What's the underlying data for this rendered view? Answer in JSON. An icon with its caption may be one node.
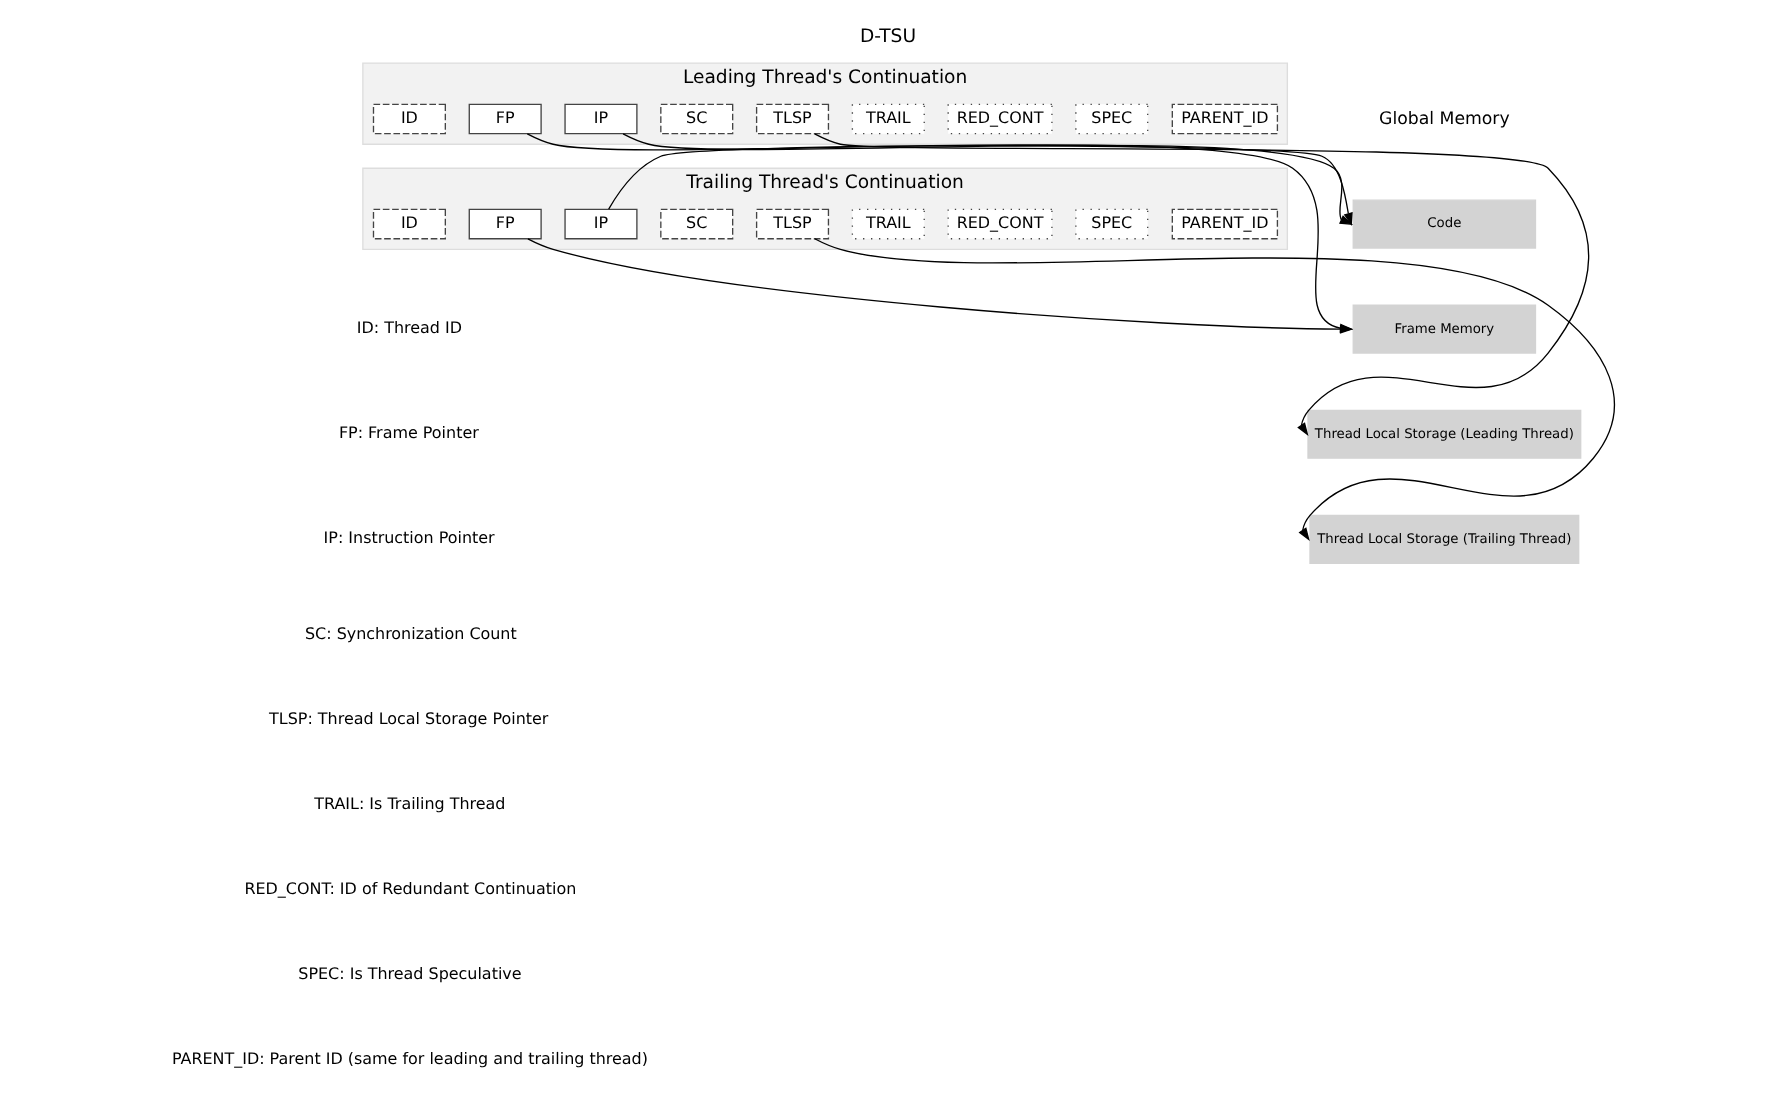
{
  "diagram": {
    "title": "D-TSU",
    "nodes": [
      {
        "text": [
          "Leading Thread's Continuation"
        ]
      },
      {
        "text": [
          "ID"
        ],
        "in": 0
      },
      {
        "text": [
          "FP"
        ],
        "in": 0
      },
      {
        "text": [
          "IP"
        ],
        "in": 0
      },
      {
        "text": [
          "SC"
        ],
        "in": 0
      },
      {
        "text": [
          "TLSP"
        ],
        "in": 0
      },
      {
        "text": [
          "TRAIL"
        ],
        "in": 0
      },
      {
        "text": [
          "RED_CONT"
        ],
        "in": 0
      },
      {
        "text": [
          "SPEC"
        ],
        "in": 0
      },
      {
        "text": [
          "PARENT_ID"
        ],
        "in": 0
      },
      {
        "text": [
          "Trailing Thread's Continuation"
        ]
      },
      {
        "text": [
          "ID"
        ],
        "in": 10
      },
      {
        "text": [
          "FP"
        ],
        "in": 10
      },
      {
        "text": [
          "IP"
        ],
        "in": 10
      },
      {
        "text": [
          "SC"
        ],
        "in": 10
      },
      {
        "text": [
          "TLSP"
        ],
        "in": 10
      },
      {
        "text": [
          "TRAIL"
        ],
        "in": 10
      },
      {
        "text": [
          "RED_CONT"
        ],
        "in": 10
      },
      {
        "text": [
          "SPEC"
        ],
        "in": 10
      },
      {
        "text": [
          "PARENT_ID"
        ],
        "in": 10
      },
      {
        "text": [
          "Code"
        ]
      },
      {
        "text": [
          "Frame Memory"
        ]
      },
      {
        "text": [
          "Thread Local Storage (Leading Thread)"
        ]
      },
      {
        "text": [
          "Thread Local Storage (Trailing Thread)"
        ]
      }
    ],
    "edges": [
      {
        "from": 3,
        "to": 20,
        "arrow": "to"
      },
      {
        "from": 2,
        "to": 21,
        "arrow": "to"
      },
      {
        "from": 5,
        "to": 22,
        "arrow": "to"
      },
      {
        "from": 15,
        "to": 23,
        "arrow": "to"
      },
      {
        "from": 12,
        "to": 21,
        "arrow": "to"
      },
      {
        "from": 13,
        "to": 20,
        "arrow": "to"
      }
    ],
    "labels": [
      "Global Memory",
      "ID: Thread ID",
      "FP: Frame Pointer",
      "IP: Instruction Pointer",
      "SC: Synchronization Count",
      "TLSP: Thread Local Storage Pointer",
      "TRAIL: Is Trailing Thread",
      "RED_CONT: ID of Redundant Continuation",
      "SPEC: Is Thread Speculative",
      "PARENT_ID: Parent ID (same for leading and trailing thread)"
    ]
  }
}
